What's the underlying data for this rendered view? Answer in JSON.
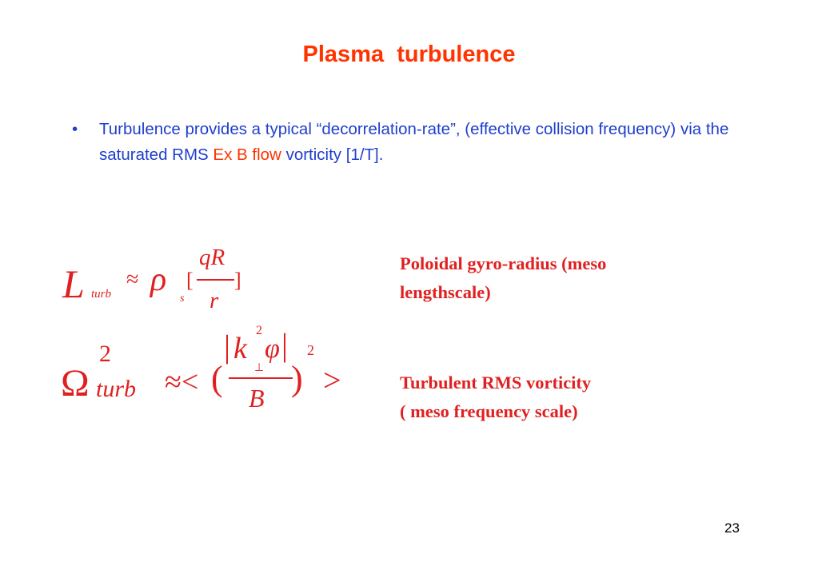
{
  "slide": {
    "title": "Plasma  turbulence",
    "bullet": {
      "marker": "•",
      "text_before": "Turbulence provides a typical “decorrelation-rate”, (effective collision frequency) via the saturated RMS ",
      "highlight": "Ex B flow",
      "text_after": " vorticity [1/T]."
    },
    "equation1": {
      "lhs": "L",
      "lhs_sub": "turb",
      "approx": "≈",
      "rho": "ρ",
      "rho_sub": "s",
      "lbracket": "[",
      "numerator": "qR",
      "denominator": "r",
      "rbracket": "]"
    },
    "equation2": {
      "omega": "Ω",
      "sup": "2",
      "sub": "turb",
      "approx_lt": "≈<",
      "lparen": "(",
      "abs_open": "|",
      "k": "k",
      "k_sup": "2",
      "perp": "⊥",
      "phi": "φ",
      "abs_close": "|",
      "denominator": "B",
      "rparen": ")",
      "outer_sup": "2",
      "gt": ">"
    },
    "note1": {
      "line1": "Poloidal gyro-radius (meso",
      "line2": "lengthscale)"
    },
    "note2": {
      "line1": "Turbulent RMS vorticity",
      "line2": "( meso frequency scale)"
    },
    "page_number": "23",
    "colors": {
      "title": "#ff3300",
      "bullet_text": "#1f3fcc",
      "highlight": "#ff3300",
      "equation": "#e02020"
    }
  }
}
